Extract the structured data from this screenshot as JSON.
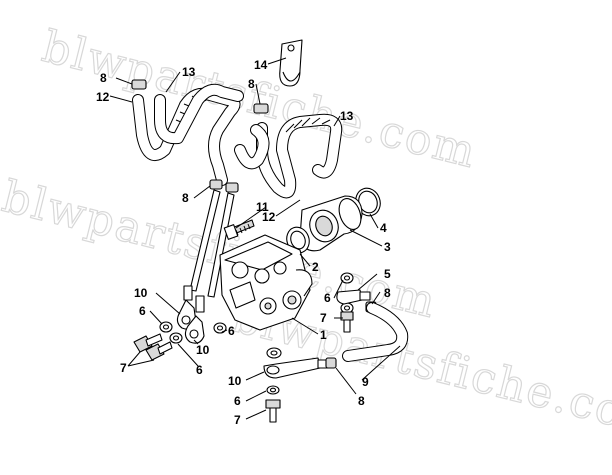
{
  "watermark": "blwpartsfiche.com",
  "callouts": [
    {
      "id": "c1",
      "label": "1"
    },
    {
      "id": "c2",
      "label": "2"
    },
    {
      "id": "c3",
      "label": "3"
    },
    {
      "id": "c4",
      "label": "4"
    },
    {
      "id": "c5",
      "label": "5"
    },
    {
      "id": "c6a",
      "label": "6"
    },
    {
      "id": "c6b",
      "label": "6"
    },
    {
      "id": "c6c",
      "label": "6"
    },
    {
      "id": "c6d",
      "label": "6"
    },
    {
      "id": "c6e",
      "label": "6"
    },
    {
      "id": "c7a",
      "label": "7"
    },
    {
      "id": "c7b",
      "label": "7"
    },
    {
      "id": "c7c",
      "label": "7"
    },
    {
      "id": "c8a",
      "label": "8"
    },
    {
      "id": "c8b",
      "label": "8"
    },
    {
      "id": "c8c",
      "label": "8"
    },
    {
      "id": "c8d",
      "label": "8"
    },
    {
      "id": "c8e",
      "label": "8"
    },
    {
      "id": "c9",
      "label": "9"
    },
    {
      "id": "c10a",
      "label": "10"
    },
    {
      "id": "c10b",
      "label": "10"
    },
    {
      "id": "c10c",
      "label": "10"
    },
    {
      "id": "c11",
      "label": "11"
    },
    {
      "id": "c12a",
      "label": "12"
    },
    {
      "id": "c12b",
      "label": "12"
    },
    {
      "id": "c13a",
      "label": "13"
    },
    {
      "id": "c13b",
      "label": "13"
    },
    {
      "id": "c14",
      "label": "14"
    }
  ]
}
